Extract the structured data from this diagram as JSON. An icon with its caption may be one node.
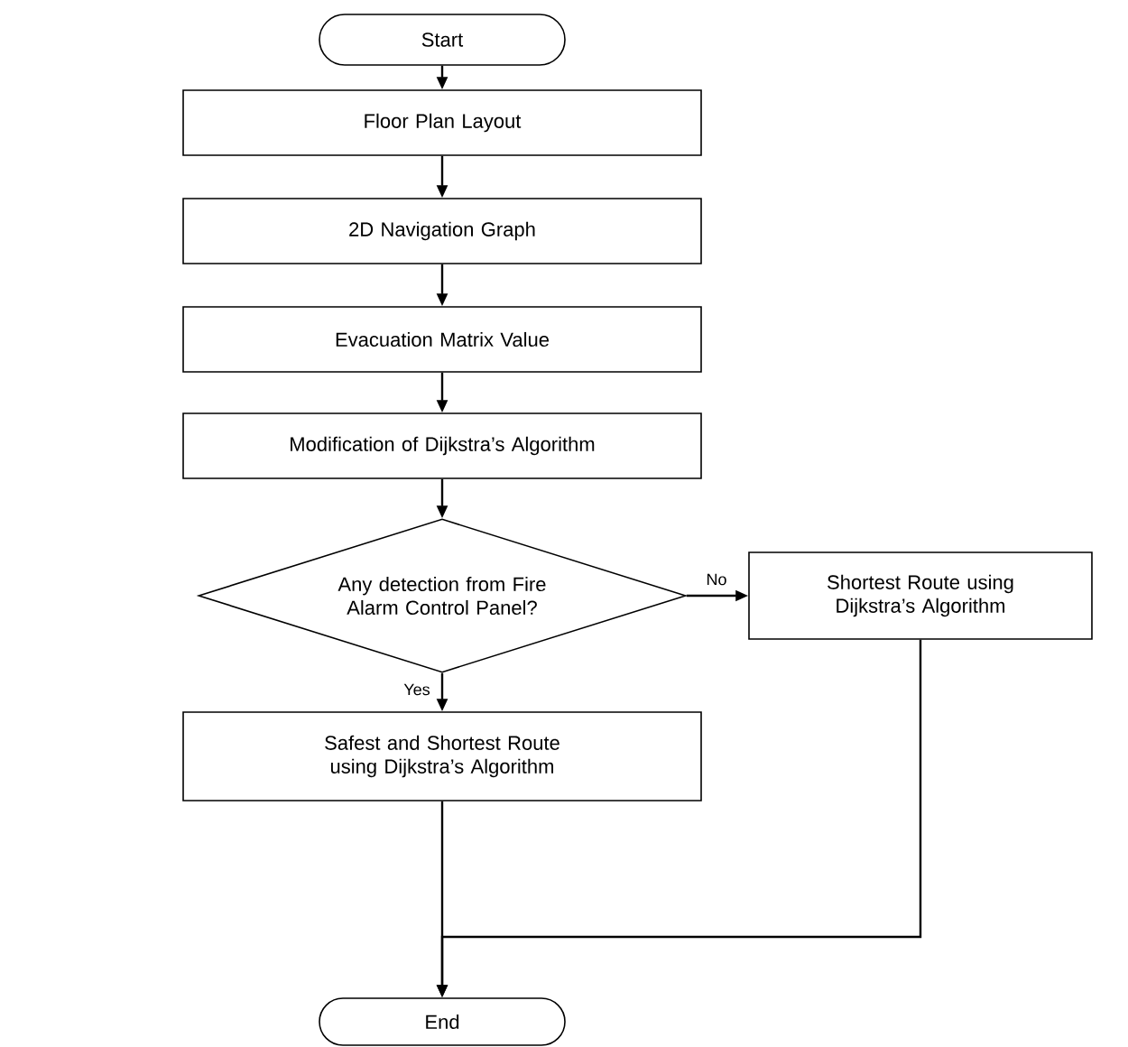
{
  "diagram": {
    "nodes": [
      {
        "text": [
          "Start"
        ]
      },
      {
        "text": [
          "Floor Plan Layout"
        ]
      },
      {
        "text": [
          "2D Navigation Graph"
        ]
      },
      {
        "text": [
          "Evacuation Matrix Value"
        ]
      },
      {
        "text": [
          "Modification of Dijkstra’s Algorithm"
        ]
      },
      {
        "text": [
          "Any detection from Fire Alarm Control Panel?"
        ]
      },
      {
        "text": [
          "Shortest Route using Dijkstra’s Algorithm"
        ]
      },
      {
        "text": [
          "Safest and Shortest Route using Dijkstra’s Algorithm"
        ]
      },
      {
        "text": [
          "End"
        ]
      }
    ],
    "edges": [
      {
        "from": 0,
        "to": 1,
        "arrow": "to"
      },
      {
        "from": 1,
        "to": 2,
        "arrow": "to"
      },
      {
        "from": 2,
        "to": 3,
        "arrow": "to"
      },
      {
        "from": 3,
        "to": 4,
        "arrow": "to"
      },
      {
        "from": 4,
        "to": 5,
        "arrow": "to"
      },
      {
        "from": 5,
        "to": 6,
        "arrow": "to",
        "label": "No"
      },
      {
        "from": 5,
        "to": 7,
        "arrow": "to",
        "label": "Yes"
      },
      {
        "from": 7,
        "to": 8,
        "arrow": "to"
      },
      {
        "from": 6,
        "to": 8,
        "arrow": "to"
      }
    ]
  }
}
